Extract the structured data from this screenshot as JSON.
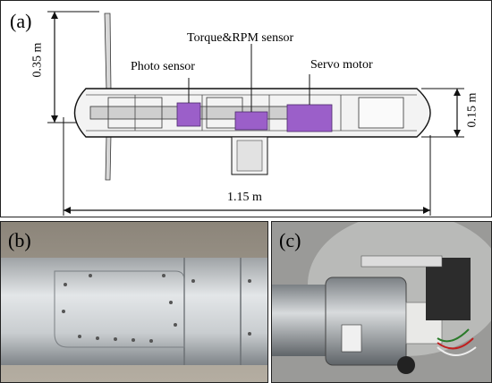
{
  "panels": {
    "a": {
      "label": "(a)",
      "dim_height": "0.35 m",
      "dim_diameter": "0.15 m",
      "dim_length": "1.15 m",
      "labels": {
        "photo_sensor": "Photo sensor",
        "torque_rpm": "Torque&RPM sensor",
        "servo_motor": "Servo motor"
      },
      "colors": {
        "component": "#9b5fc9",
        "line": "#111111"
      }
    },
    "b": {
      "label": "(b)"
    },
    "c": {
      "label": "(c)"
    }
  }
}
